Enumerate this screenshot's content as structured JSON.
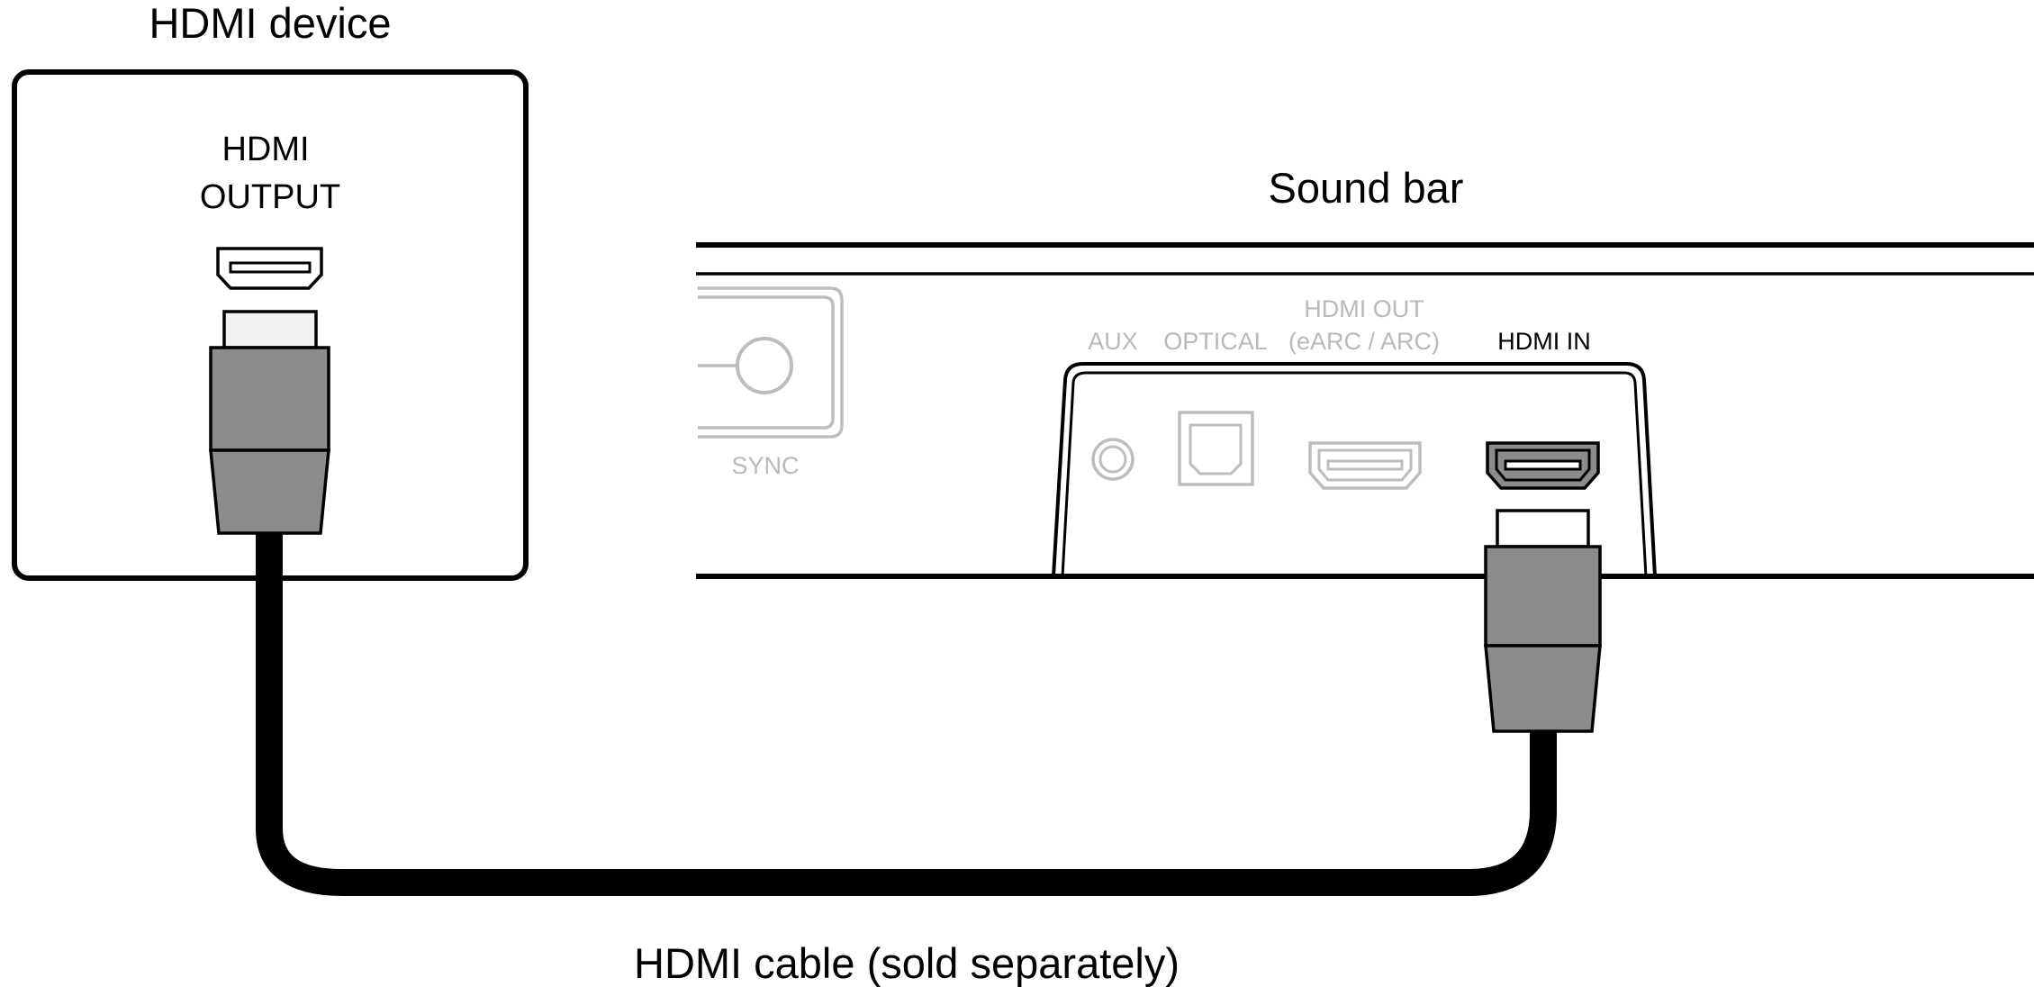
{
  "hdmi_device": {
    "title": "HDMI device",
    "port_label_line1": "HDMI",
    "port_label_line2": "OUTPUT"
  },
  "sound_bar": {
    "title": "Sound bar",
    "sync_label": "SYNC",
    "ports": {
      "aux": "AUX",
      "optical": "OPTICAL",
      "hdmi_out_line1": "HDMI OUT",
      "hdmi_out_line2": "(eARC / ARC)",
      "hdmi_in": "HDMI IN"
    }
  },
  "cable": {
    "caption": "HDMI cable (sold separately)"
  },
  "colors": {
    "line": "#000000",
    "connector_gray": "#8c8c8c",
    "inactive": "#b9b9b9"
  }
}
